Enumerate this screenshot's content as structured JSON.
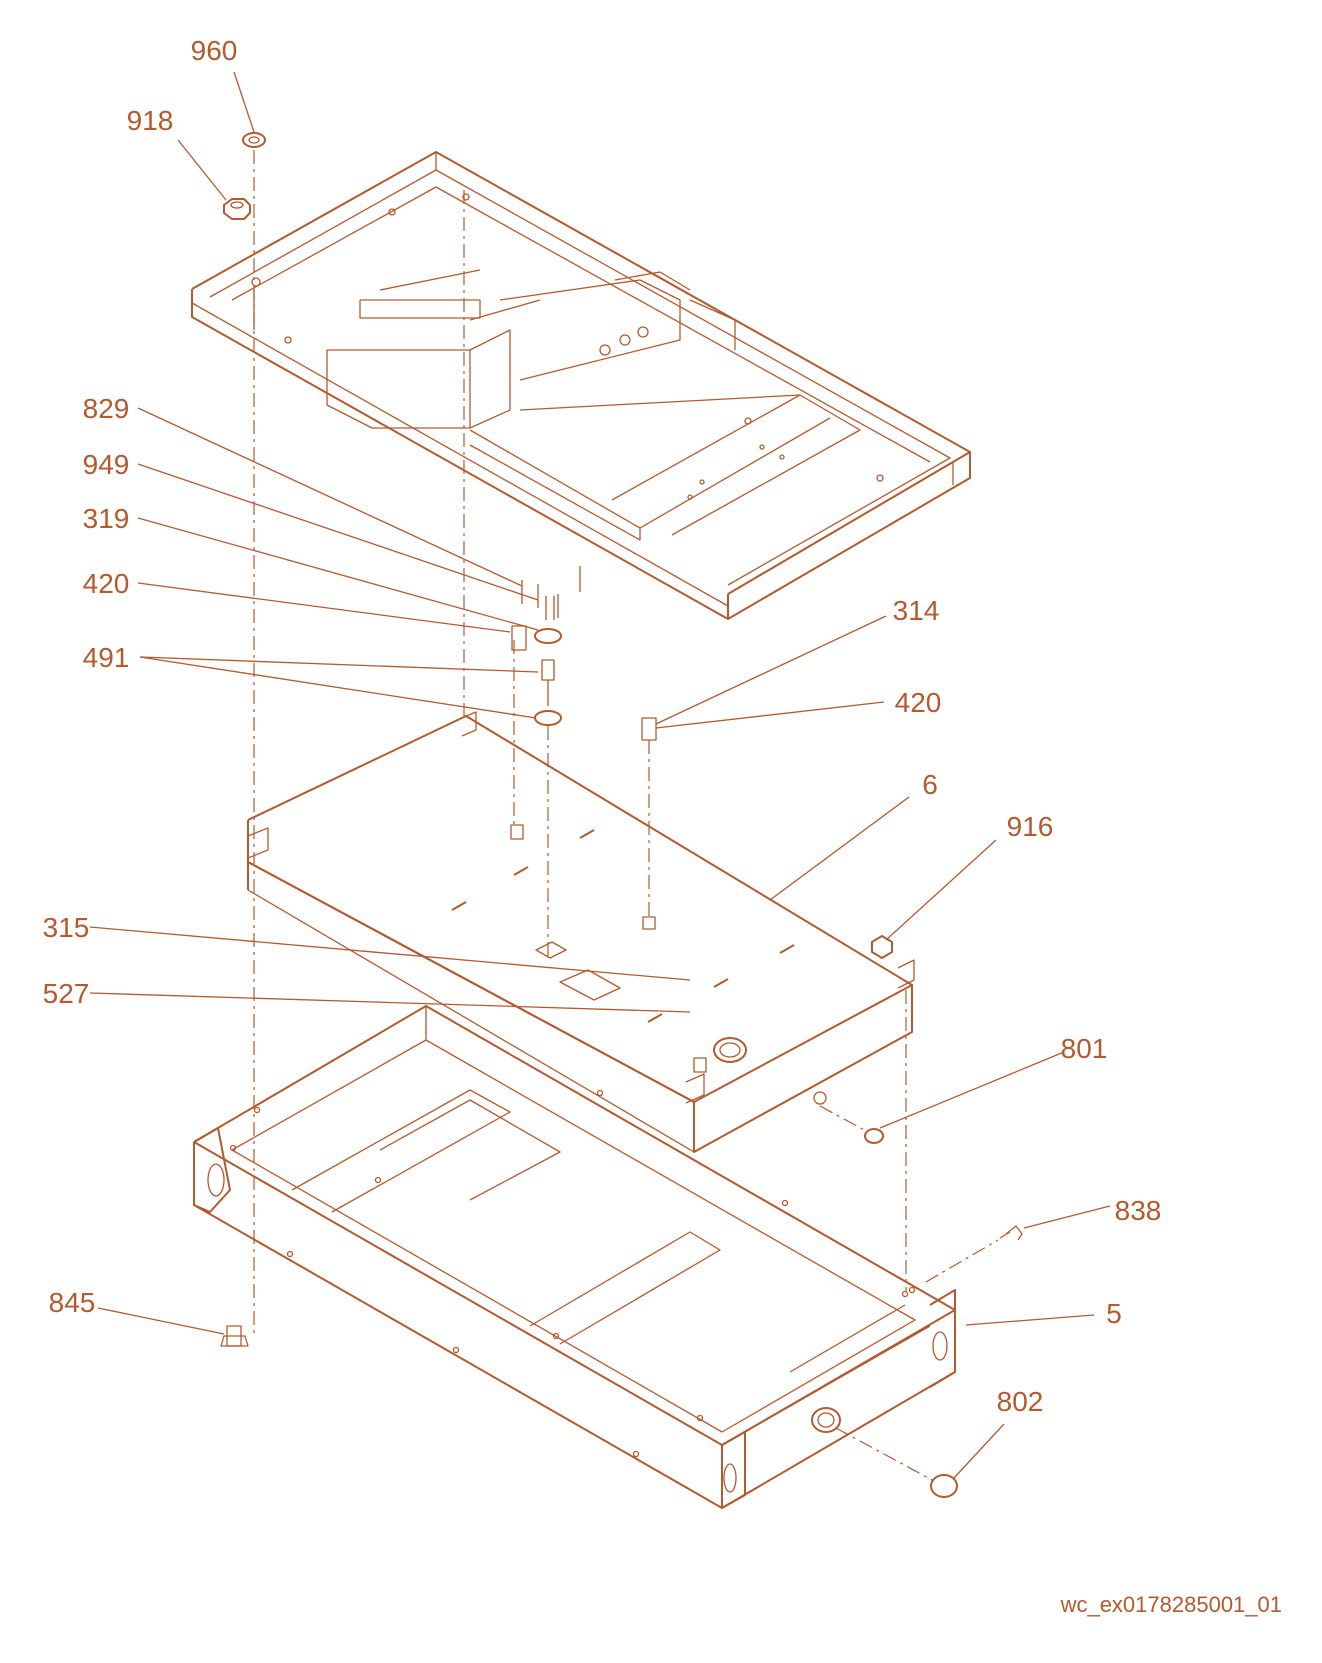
{
  "colors": {
    "line": "#b35a2e",
    "text": "#b35a2e"
  },
  "callouts": [
    {
      "id": "c960",
      "text": "960"
    },
    {
      "id": "c918",
      "text": "918"
    },
    {
      "id": "c829",
      "text": "829"
    },
    {
      "id": "c949",
      "text": "949"
    },
    {
      "id": "c319",
      "text": "319"
    },
    {
      "id": "c420a",
      "text": "420"
    },
    {
      "id": "c491",
      "text": "491"
    },
    {
      "id": "c314",
      "text": "314"
    },
    {
      "id": "c420b",
      "text": "420"
    },
    {
      "id": "c6",
      "text": "6"
    },
    {
      "id": "c916",
      "text": "916"
    },
    {
      "id": "c315",
      "text": "315"
    },
    {
      "id": "c527",
      "text": "527"
    },
    {
      "id": "c801",
      "text": "801"
    },
    {
      "id": "c838",
      "text": "838"
    },
    {
      "id": "c845",
      "text": "845"
    },
    {
      "id": "c5",
      "text": "5"
    },
    {
      "id": "c802",
      "text": "802"
    }
  ],
  "drawing_code": "wc_ex0178285001_01"
}
